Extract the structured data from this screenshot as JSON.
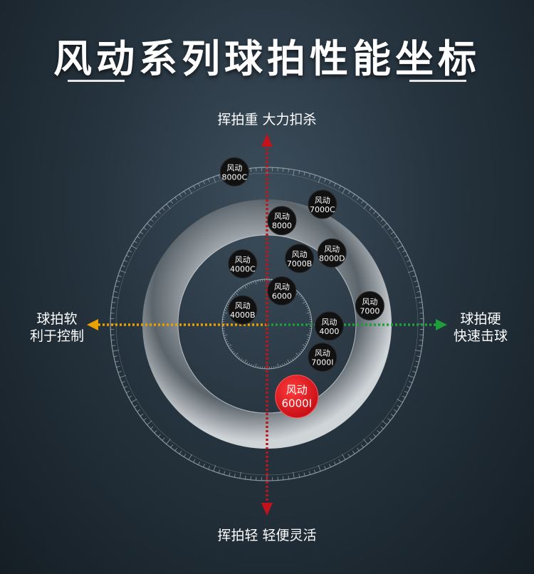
{
  "title": "风动系列球拍性能坐标",
  "axis": {
    "top": "挥拍重 大力扣杀",
    "bottom": "挥拍轻 轻便灵活",
    "left_line1": "球拍软",
    "left_line2": "利于控制",
    "right_line1": "球拍硬",
    "right_line2": "快速击球"
  },
  "colors": {
    "vertical_axis": "#c3121c",
    "left_axis": "#e8a100",
    "right_axis": "#1e9e3a",
    "highlight": "#e4121c",
    "badge": "#111111"
  },
  "chart_data": {
    "type": "scatter",
    "x_axis": {
      "negative": "球拍软 利于控制",
      "positive": "球拍硬 快速击球"
    },
    "y_axis": {
      "negative": "挥拍轻 轻便灵活",
      "positive": "挥拍重 大力扣杀"
    },
    "points": [
      {
        "name": "8000C",
        "line1": "风动",
        "line2": "8000C",
        "x": -0.24,
        "y": 1.13,
        "highlight": false
      },
      {
        "name": "7000C",
        "line1": "风动",
        "line2": "7000C",
        "x": 0.41,
        "y": 0.89,
        "highlight": false
      },
      {
        "name": "8000",
        "line1": "风动",
        "line2": "8000",
        "x": 0.11,
        "y": 0.77,
        "highlight": false
      },
      {
        "name": "8000D",
        "line1": "风动",
        "line2": "8000D",
        "x": 0.48,
        "y": 0.53,
        "highlight": false
      },
      {
        "name": "7000B",
        "line1": "风动",
        "line2": "7000B",
        "x": 0.24,
        "y": 0.49,
        "highlight": false
      },
      {
        "name": "4000C",
        "line1": "风动",
        "line2": "4000C",
        "x": -0.18,
        "y": 0.45,
        "highlight": false
      },
      {
        "name": "6000",
        "line1": "风动",
        "line2": "6000",
        "x": 0.11,
        "y": 0.25,
        "highlight": false
      },
      {
        "name": "7000",
        "line1": "风动",
        "line2": "7000",
        "x": 0.76,
        "y": 0.14,
        "highlight": false
      },
      {
        "name": "4000B",
        "line1": "风动",
        "line2": "4000B",
        "x": -0.18,
        "y": 0.11,
        "highlight": false
      },
      {
        "name": "4000",
        "line1": "风动",
        "line2": "4000",
        "x": 0.46,
        "y": -0.01,
        "highlight": false
      },
      {
        "name": "7000I",
        "line1": "风动",
        "line2": "7000I",
        "x": 0.41,
        "y": -0.24,
        "highlight": false
      },
      {
        "name": "6000I",
        "line1": "风动",
        "line2": "6000I",
        "x": 0.22,
        "y": -0.53,
        "highlight": true
      }
    ]
  }
}
